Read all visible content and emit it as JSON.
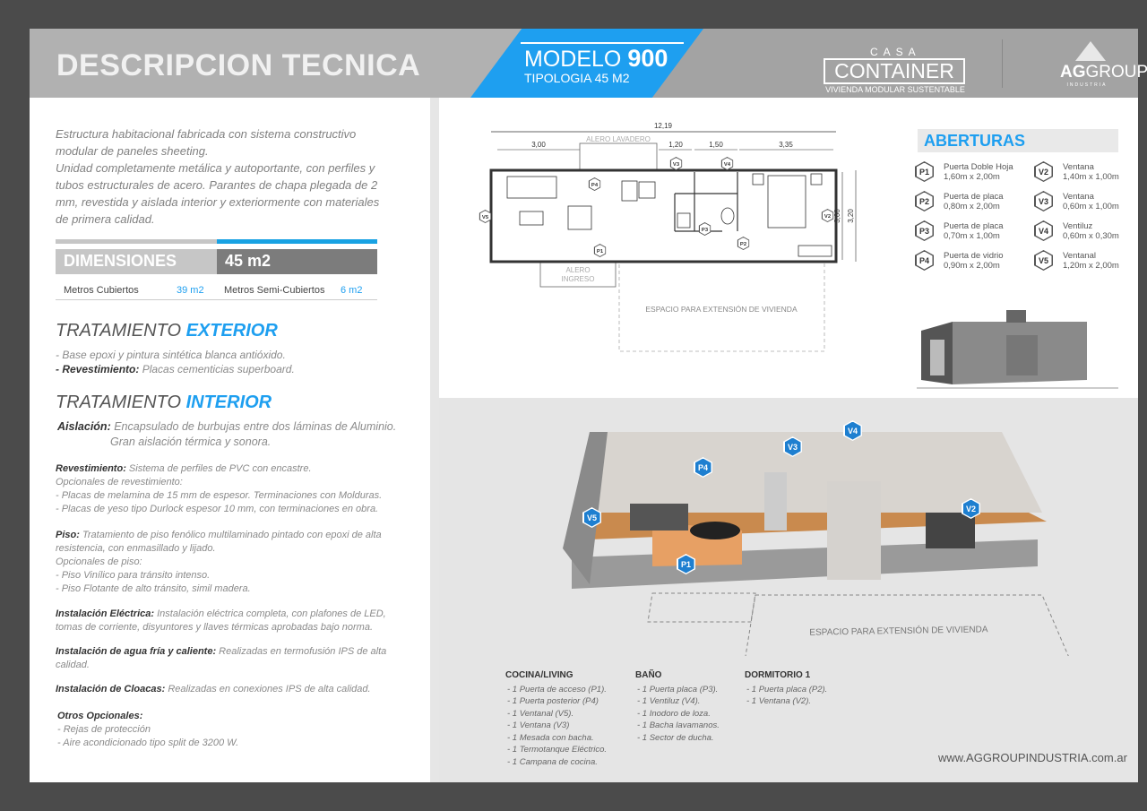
{
  "header": {
    "title": "DESCRIPCION TECNICA",
    "model_prefix": "MODELO",
    "model_number": "900",
    "tipologia": "TIPOLOGIA 45 M2",
    "logo_casa": "CASA",
    "logo_container": "CONTAINER",
    "logo_sub": "VIVIENDA MODULAR SUSTENTABLE",
    "ag_bold": "AG",
    "ag_light": "GROUP",
    "ag_sub": "INDUSTRIA"
  },
  "intro": [
    "Estructura habitacional fabricada con sistema constructivo",
    "modular de paneles sheeting.",
    "Unidad completamente metálica y autoportante, con perfiles y",
    "tubos estructurales de acero. Parantes de chapa plegada de 2",
    "mm, revestida y aislada interior y exteriormente con materiales",
    "de primera calidad."
  ],
  "dimensiones": {
    "label": "DIMENSIONES",
    "total": "45 m2",
    "cubiertos_label": "Metros Cubiertos",
    "cubiertos_value": "39 m2",
    "semi_label": "Metros Semi-Cubiertos",
    "semi_value": "6 m2"
  },
  "exterior": {
    "title_a": "TRATAMIENTO",
    "title_b": "EXTERIOR",
    "line1": "- Base epoxi y pintura sintética blanca antióxido.",
    "line2_bold": "- Revestimiento:",
    "line2": " Placas cementicias superboard."
  },
  "interior": {
    "title_a": "TRATAMIENTO",
    "title_b": "INTERIOR",
    "aislacion_bold": "Aislación:",
    "aislacion": " Encapsulado de burbujas entre dos láminas de Aluminio.",
    "aislacion2": "Gran aislación térmica y sonora.",
    "rev_bold": "Revestimiento:",
    "rev": " Sistema de perfiles de PVC con encastre.",
    "rev_lines": [
      "Opcionales de revestimiento:",
      "- Placas de melamina de 15 mm de espesor. Terminaciones con Molduras.",
      "- Placas de yeso tipo Durlock espesor 10 mm, con terminaciones en obra."
    ],
    "piso_bold": "Piso:",
    "piso": " Tratamiento de piso fenólico multilaminado pintado con epoxi de alta",
    "piso_lines": [
      "resistencia,  con enmasillado y lijado.",
      "Opcionales de piso:",
      "- Piso Vinílico para tránsito intenso.",
      "- Piso Flotante de alto tránsito, simil madera."
    ],
    "elec_bold": "Instalación Eléctrica:",
    "elec": " Instalación eléctrica completa, con plafones de LED,",
    "elec2": "tomas de corriente, disyuntores y llaves térmicas aprobadas bajo norma.",
    "agua_bold": "Instalación de agua fría y caliente:",
    "agua": " Realizadas en termofusión IPS de alta",
    "agua2": "calidad.",
    "cloaca_bold": "Instalación de Cloacas:",
    "cloaca": " Realizadas en conexiones IPS de alta calidad.",
    "otros_title": "Otros Opcionales:",
    "otros": [
      "- Rejas de protección",
      "- Aire acondicionado tipo split de 3200 W."
    ]
  },
  "plan": {
    "total": "12,19",
    "d1": "3,00",
    "d2": "1,20",
    "d3": "1,50",
    "d4": "3,35",
    "h1": "3,00",
    "h2": "3,20",
    "alero_lavadero": "ALERO LAVADERO",
    "alero_ingreso_1": "ALERO",
    "alero_ingreso_2": "INGRESO",
    "extension": "ESPACIO PARA EXTENSIÓN DE VIVIENDA",
    "marks": [
      "P1",
      "P2",
      "P3",
      "P4",
      "V2",
      "V3",
      "V4",
      "V5"
    ]
  },
  "aberturas": {
    "title": "ABERTURAS",
    "items": [
      {
        "code": "P1",
        "name": "Puerta Doble Hoja",
        "size": "1,60m x 2,00m"
      },
      {
        "code": "P2",
        "name": "Puerta de placa",
        "size": "0,80m x 2,00m"
      },
      {
        "code": "P3",
        "name": "Puerta de placa",
        "size": "0,70m x 1,00m"
      },
      {
        "code": "P4",
        "name": "Puerta de vidrio",
        "size": "0,90m x 2,00m"
      },
      {
        "code": "V2",
        "name": "Ventana",
        "size": "1,40m x 1,00m"
      },
      {
        "code": "V3",
        "name": "Ventana",
        "size": "0,60m x 1,00m"
      },
      {
        "code": "V4",
        "name": "Ventiluz",
        "size": "0,60m x 0,30m"
      },
      {
        "code": "V5",
        "name": "Ventanal",
        "size": "1,20m x 2,00m"
      }
    ]
  },
  "render": {
    "extension": "ESPACIO PARA EXTENSIÓN DE VIVIENDA",
    "marks": [
      "V4",
      "V3",
      "P4",
      "V5",
      "V2",
      "P1"
    ]
  },
  "rooms": [
    {
      "title": "COCINA/LIVING",
      "items": [
        "- 1 Puerta de acceso (P1).",
        "- 1 Puerta posterior (P4)",
        "- 1 Ventanal (V5).",
        "- 1 Ventana (V3)",
        "- 1 Mesada con bacha.",
        "- 1 Termotanque Eléctrico.",
        "- 1 Campana de cocina."
      ]
    },
    {
      "title": "BAÑO",
      "items": [
        "- 1 Puerta placa (P3).",
        "- 1 Ventiluz (V4).",
        "- 1 Inodoro de loza.",
        "- 1 Bacha lavamanos.",
        "- 1 Sector de ducha."
      ]
    },
    {
      "title": "DORMITORIO 1",
      "items": [
        "- 1 Puerta placa (P2).",
        "- 1 Ventana (V2)."
      ]
    }
  ],
  "footer": {
    "url": "www.AGGROUPINDUSTRIA.com.ar"
  },
  "colors": {
    "accent": "#1e9ff0",
    "header": "#a3a3a3",
    "frame": "#4b4b4b"
  }
}
